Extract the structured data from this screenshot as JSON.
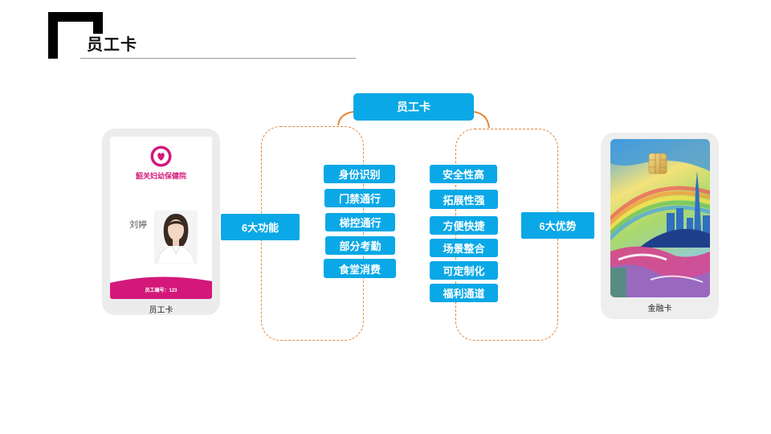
{
  "header": {
    "title": "员工卡"
  },
  "center": {
    "title": "员工卡"
  },
  "left_card": {
    "caption": "员工卡",
    "hospital": "韶关妇幼保健院",
    "name": "刘婷",
    "id_text": "员工编号：123",
    "icon": "hospital-logo-icon"
  },
  "functions": {
    "label": "6大功能",
    "items": [
      "身份识别",
      "门禁通行",
      "梯控通行",
      "部分考勤",
      "食堂消费"
    ]
  },
  "advantages": {
    "label": "6大优势",
    "items": [
      "安全性高",
      "拓展性强",
      "方便快捷",
      "场景整合",
      "可定制化",
      "福利通道"
    ]
  },
  "right_card": {
    "caption": "金融卡",
    "icon": "card-chip-icon"
  },
  "colors": {
    "accent": "#0aa8e6",
    "dashed": "#e3873a",
    "pink": "#d4187a",
    "frame": "#ececec"
  }
}
